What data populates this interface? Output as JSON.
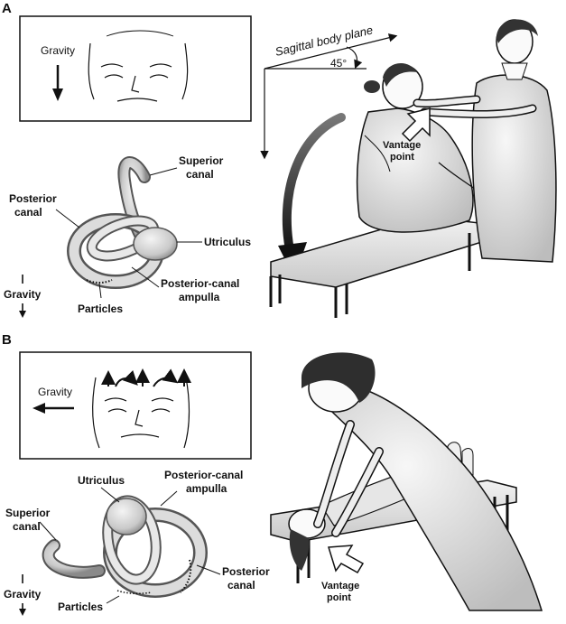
{
  "panel_a": {
    "letter": "A",
    "face_box": {
      "gravity_label": "Gravity",
      "gravity_arrow_direction": "down"
    },
    "plane_label": "Sagittal body plane",
    "angle_label": "45°",
    "vantage_point": [
      "Vantage",
      "point"
    ],
    "canal_labels": {
      "superior_canal": [
        "Superior",
        "canal"
      ],
      "posterior_canal": [
        "Posterior",
        "canal"
      ],
      "utriculus": "Utriculus",
      "posterior_canal_ampulla": [
        "Posterior-canal",
        "ampulla"
      ],
      "particles": "Particles",
      "gravity": "Gravity"
    }
  },
  "panel_b": {
    "letter": "B",
    "face_box": {
      "gravity_label": "Gravity",
      "gravity_arrow_direction": "left"
    },
    "vantage_point": [
      "Vantage",
      "point"
    ],
    "canal_labels": {
      "utriculus": "Utriculus",
      "posterior_canal_ampulla": [
        "Posterior-canal",
        "ampulla"
      ],
      "superior_canal": [
        "Superior",
        "canal"
      ],
      "posterior_canal": [
        "Posterior",
        "canal"
      ],
      "particles": "Particles",
      "gravity": "Gravity"
    }
  },
  "colors": {
    "ink": "#111111",
    "paper": "#ffffff",
    "shade": "#bdbdbd",
    "canal_fill": "#d9d9d9"
  }
}
